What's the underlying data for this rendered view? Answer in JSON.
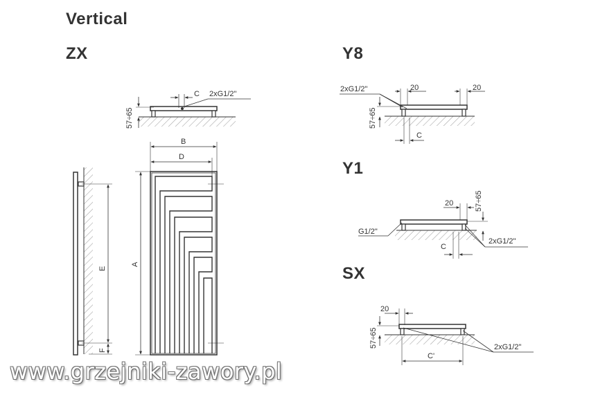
{
  "headings": {
    "orientation": "Vertical",
    "zx": "ZX",
    "y8": "Y8",
    "y1": "Y1",
    "sx": "SX"
  },
  "dimensions": {
    "zx": {
      "connection": "2xG1/2\"",
      "c": "C",
      "height_range": "57÷65",
      "b": "B",
      "d": "D",
      "a": "A",
      "e": "E",
      "f": "F"
    },
    "y8": {
      "connection": "2xG1/2\"",
      "offset_left": "20",
      "offset_right": "20",
      "height_range": "57÷65",
      "c": "C"
    },
    "y1": {
      "connection_left": "G1/2\"",
      "connection_right": "2xG1/2\"",
      "offset": "20",
      "height_range": "57÷65",
      "c": "C"
    },
    "sx": {
      "connection": "2xG1/2\"",
      "offset": "20",
      "height_range": "57÷65",
      "c_prime": "C'"
    }
  },
  "watermark": "www.grzejniki-zawory.pl",
  "colors": {
    "line": "#333333",
    "hatch": "#9a9a9a",
    "background": "#ffffff"
  }
}
